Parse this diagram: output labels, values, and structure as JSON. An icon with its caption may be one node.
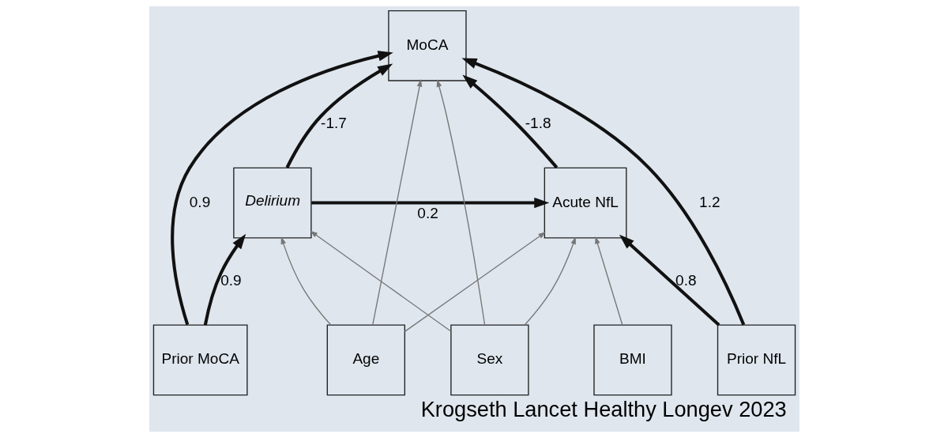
{
  "diagram": {
    "caption": "Krogseth Lancet Healthy Longev 2023",
    "nodes": [
      {
        "text": [
          "MoCA"
        ]
      },
      {
        "text": [
          "Delirium"
        ]
      },
      {
        "text": [
          "Acute NfL"
        ]
      },
      {
        "text": [
          "Prior MoCA"
        ]
      },
      {
        "text": [
          "Prior NfL"
        ]
      },
      {
        "text": [
          "Age"
        ]
      },
      {
        "text": [
          "Sex"
        ]
      },
      {
        "text": [
          "BMI"
        ]
      }
    ],
    "edges": [
      {
        "from": 1,
        "to": 0,
        "arrow": "to",
        "label": "-1.7",
        "style": "thick"
      },
      {
        "from": 2,
        "to": 0,
        "arrow": "to",
        "label": "-1.8",
        "style": "thick"
      },
      {
        "from": 1,
        "to": 2,
        "arrow": "to",
        "label": "0.2",
        "style": "thick"
      },
      {
        "from": 3,
        "to": 0,
        "arrow": "to",
        "label": "0.9",
        "style": "thick"
      },
      {
        "from": 4,
        "to": 0,
        "arrow": "to",
        "label": "1.2",
        "style": "thick"
      },
      {
        "from": 3,
        "to": 1,
        "arrow": "to",
        "label": "0.9",
        "style": "thick"
      },
      {
        "from": 4,
        "to": 2,
        "arrow": "to",
        "label": "0.8",
        "style": "thick"
      },
      {
        "from": 5,
        "to": 1,
        "arrow": "to",
        "color": "#777777"
      },
      {
        "from": 5,
        "to": 0,
        "arrow": "to",
        "color": "#777777"
      },
      {
        "from": 5,
        "to": 2,
        "arrow": "to",
        "color": "#777777"
      },
      {
        "from": 6,
        "to": 1,
        "arrow": "to",
        "color": "#777777"
      },
      {
        "from": 6,
        "to": 0,
        "arrow": "to",
        "color": "#777777"
      },
      {
        "from": 6,
        "to": 2,
        "arrow": "to",
        "color": "#777777"
      },
      {
        "from": 7,
        "to": 2,
        "arrow": "to",
        "color": "#777777"
      }
    ]
  }
}
